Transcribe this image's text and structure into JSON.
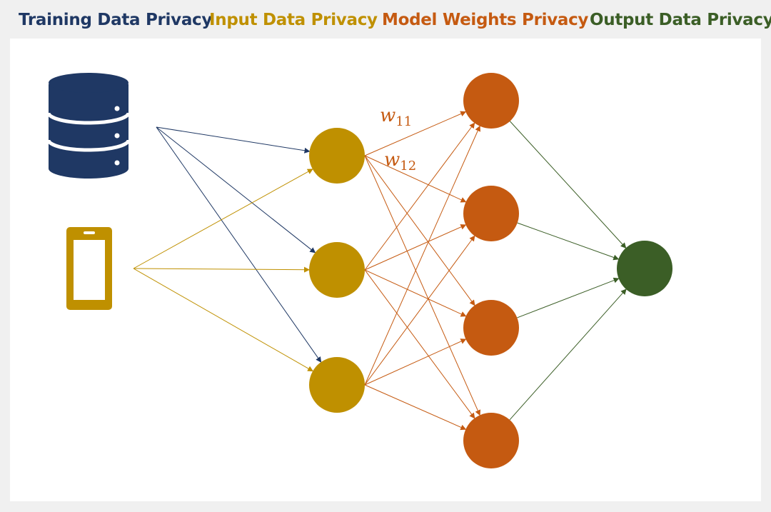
{
  "headers": {
    "training": "Training Data Privacy",
    "input": "Input Data Privacy",
    "weights": "Model Weights Privacy",
    "output": "Output Data Privacy"
  },
  "colors": {
    "training": "#1f3864",
    "input": "#bf9000",
    "weights": "#c55a11",
    "output": "#3b5e26"
  },
  "weight_labels": [
    {
      "base": "w",
      "sub": "11"
    },
    {
      "base": "w",
      "sub": "12"
    }
  ],
  "icons": [
    "database-icon",
    "smartphone-icon"
  ],
  "network": {
    "input_neurons": 3,
    "hidden_neurons": 4,
    "output_neurons": 1
  }
}
